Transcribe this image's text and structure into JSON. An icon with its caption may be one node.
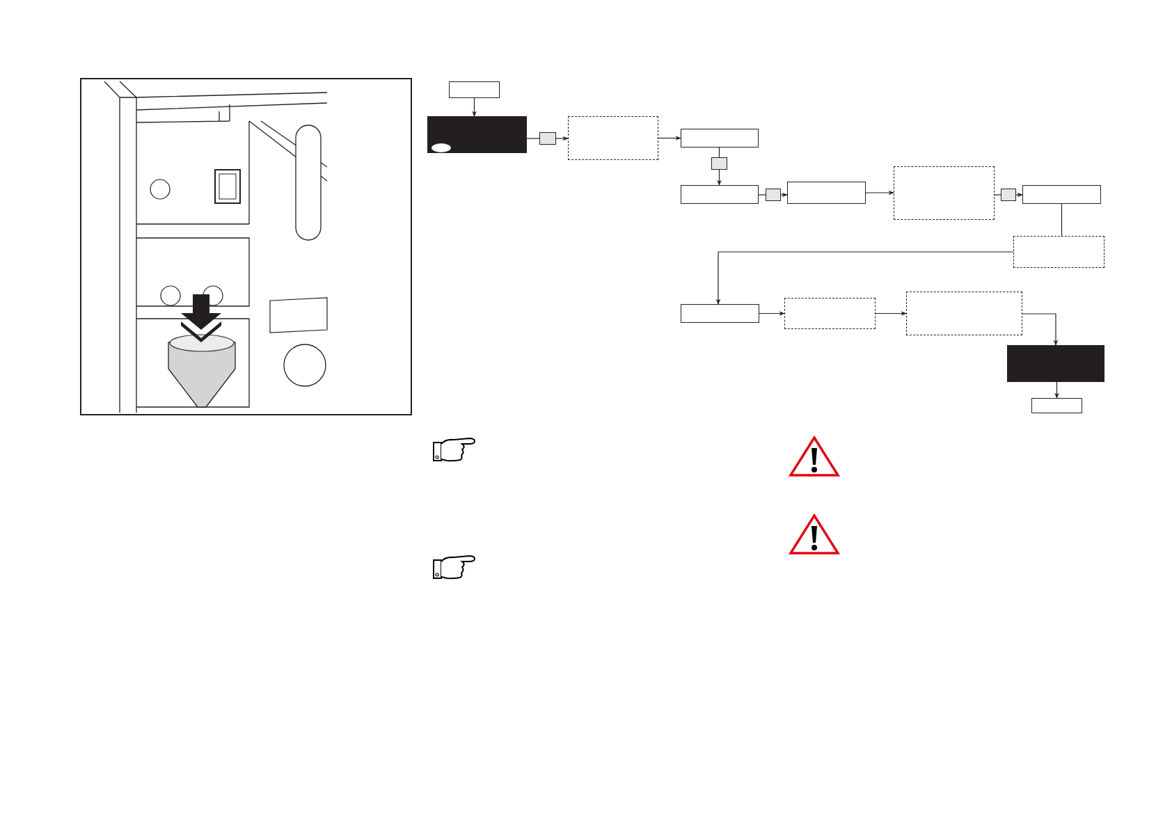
{
  "diagram": {
    "nodes": [
      {
        "text": [],
        "shape": "box"
      },
      {
        "text": [],
        "shape": "box"
      },
      {
        "text": [],
        "shape": "box"
      },
      {
        "text": [],
        "shape": "box"
      },
      {
        "text": [],
        "shape": "box"
      },
      {
        "text": [],
        "shape": "box"
      },
      {
        "text": [],
        "shape": "box"
      },
      {
        "text": [],
        "shape": "box"
      },
      {
        "text": [],
        "shape": "box"
      },
      {
        "text": [],
        "shape": "box"
      },
      {
        "text": [],
        "shape": "box"
      },
      {
        "text": [],
        "shape": "box"
      },
      {
        "text": [],
        "shape": "box"
      },
      {
        "text": [],
        "shape": "box"
      },
      {
        "text": [],
        "shape": "box"
      },
      {
        "text": [],
        "shape": "box"
      },
      {
        "text": [],
        "shape": "box"
      },
      {
        "text": [],
        "shape": "box"
      }
    ],
    "edges": [
      {
        "from": 0,
        "to": 1,
        "arrow": "to"
      },
      {
        "from": 1,
        "to": 2,
        "arrow": "none"
      },
      {
        "from": 2,
        "to": 3,
        "arrow": "to"
      },
      {
        "from": 3,
        "to": 4,
        "arrow": "to"
      },
      {
        "from": 4,
        "to": 5,
        "arrow": "none"
      },
      {
        "from": 5,
        "to": 6,
        "arrow": "to"
      },
      {
        "from": 6,
        "to": 7,
        "arrow": "none"
      },
      {
        "from": 7,
        "to": 8,
        "arrow": "to"
      },
      {
        "from": 8,
        "to": 9,
        "arrow": "to"
      },
      {
        "from": 9,
        "to": 10,
        "arrow": "none"
      },
      {
        "from": 10,
        "to": 11,
        "arrow": "to"
      },
      {
        "from": 11,
        "to": 12,
        "arrow": "none"
      },
      {
        "from": 12,
        "to": 13,
        "arrow": "to"
      },
      {
        "from": 13,
        "to": 14,
        "arrow": "to"
      },
      {
        "from": 14,
        "to": 15,
        "arrow": "to"
      },
      {
        "from": 15,
        "to": 16,
        "arrow": "to"
      },
      {
        "from": 16,
        "to": 17,
        "arrow": "to"
      }
    ]
  }
}
